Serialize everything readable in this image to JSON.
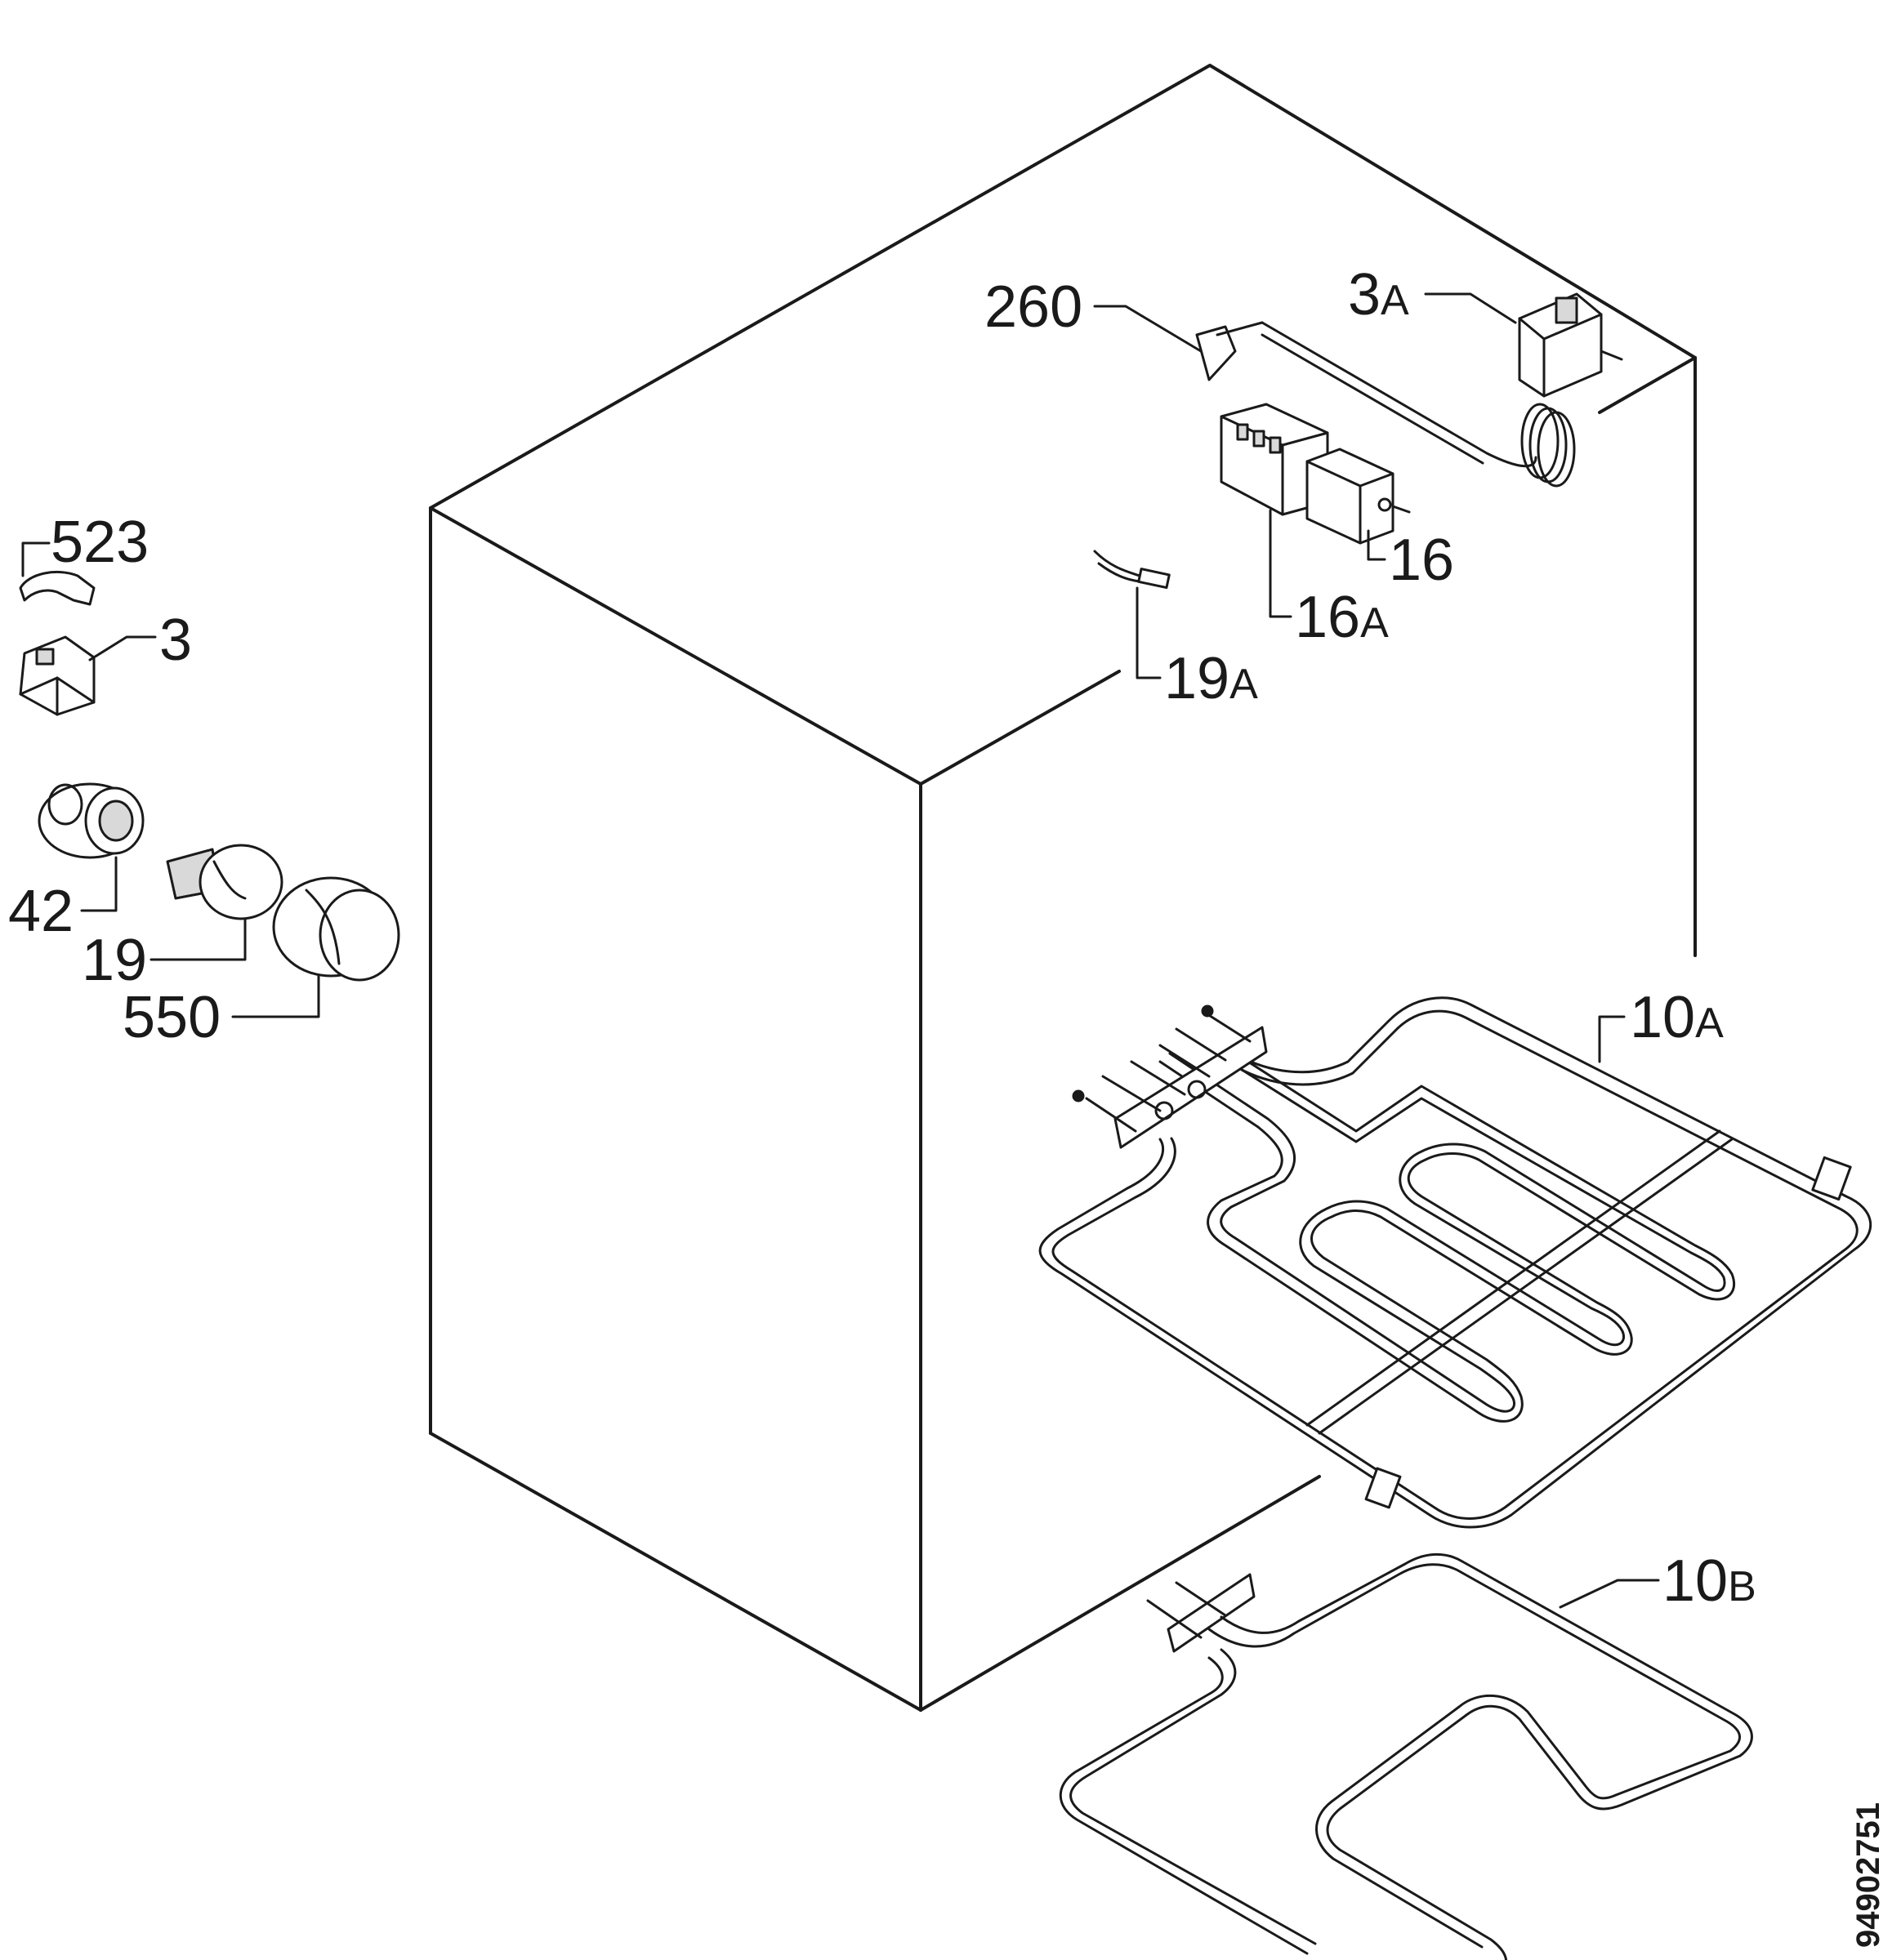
{
  "labels": {
    "p523": "523",
    "p3": "3",
    "p42": "42",
    "p19": "19",
    "p550": "550",
    "p260": "260",
    "p3a_num": "3",
    "p3a_sfx": "A",
    "p16": "16",
    "p16a_num": "16",
    "p16a_sfx": "A",
    "p19a_num": "19",
    "p19a_sfx": "A",
    "p10a_num": "10",
    "p10a_sfx": "A",
    "p10b_num": "10",
    "p10b_sfx": "B"
  },
  "document_id": "94902751",
  "colors": {
    "line": "#1a1a1a",
    "background": "#ffffff"
  }
}
